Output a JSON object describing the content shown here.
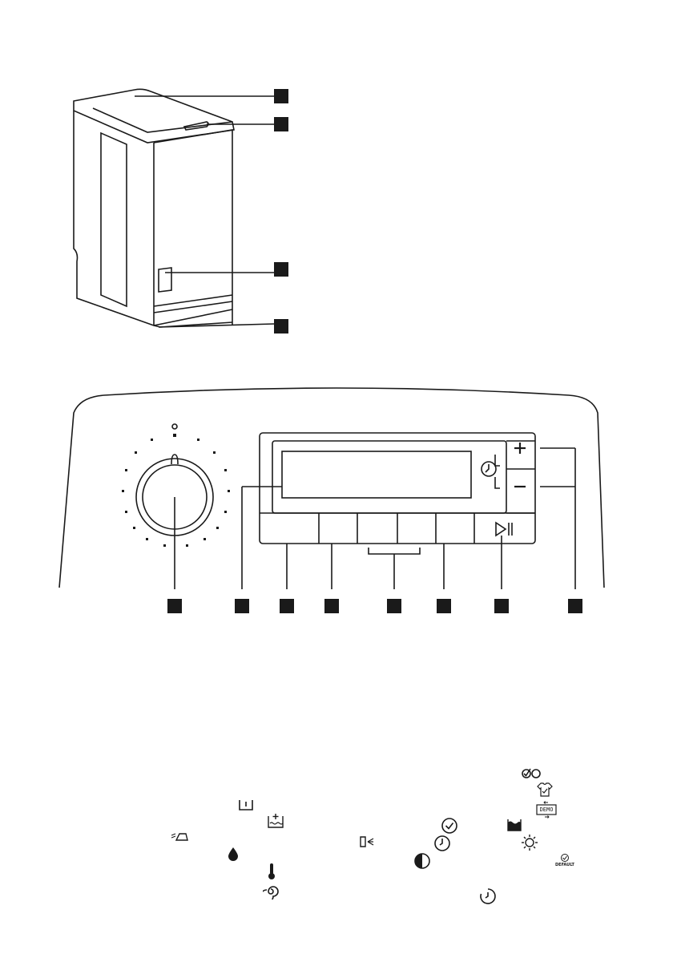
{
  "figure": {
    "machine_view": {
      "callout_markers": 4
    },
    "control_panel": {
      "dial_label": "O",
      "plus_label": "+",
      "minus_label": "−",
      "callout_markers": 8
    },
    "symbols": [
      {
        "name": "door-locked-icon"
      },
      {
        "name": "rinse-hold-icon"
      },
      {
        "name": "easy-iron-icon"
      },
      {
        "name": "stain-icon"
      },
      {
        "name": "temperature-icon"
      },
      {
        "name": "spin-icon"
      },
      {
        "name": "silent-icon"
      },
      {
        "name": "check-done-icon"
      },
      {
        "name": "time-icon"
      },
      {
        "name": "half-load-icon"
      },
      {
        "name": "delay-start-icon"
      },
      {
        "name": "check-wash-icon"
      },
      {
        "name": "shirt-icon"
      },
      {
        "name": "demo-icon"
      },
      {
        "name": "water-level-icon"
      },
      {
        "name": "brightness-icon"
      },
      {
        "name": "default-icon"
      }
    ]
  },
  "labels": {
    "demo_text": "DEMO",
    "default_text": "DEFAULT"
  }
}
